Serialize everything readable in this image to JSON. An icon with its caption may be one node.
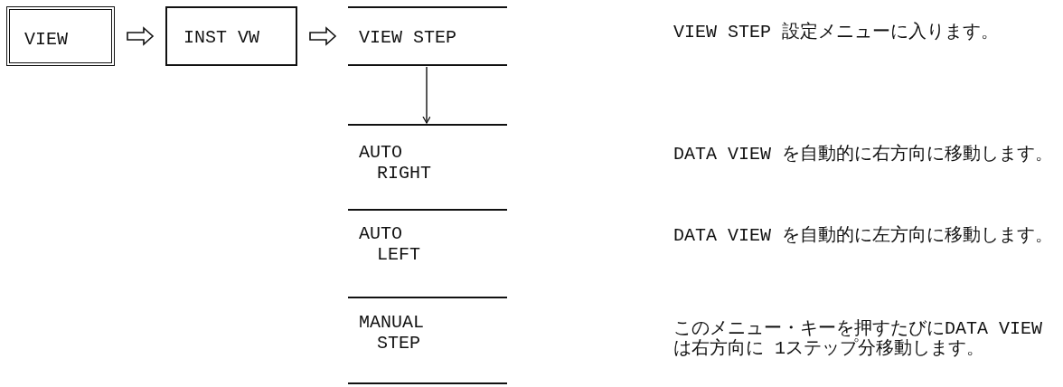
{
  "diagram": {
    "nodes": [
      {
        "text": [
          "VIEW"
        ]
      },
      {
        "text": [
          "INST VW"
        ]
      },
      {
        "text": [
          "VIEW STEP"
        ]
      },
      {
        "text": [
          "AUTO RIGHT"
        ]
      },
      {
        "text": [
          "AUTO LEFT"
        ]
      },
      {
        "text": [
          "MANUAL STEP"
        ]
      }
    ],
    "edges": [
      {
        "from": 0,
        "to": 1,
        "arrow": "to"
      },
      {
        "from": 1,
        "to": 2,
        "arrow": "to"
      },
      {
        "from": 2,
        "to": 3,
        "arrow": "to"
      }
    ],
    "labels": [
      "VIEW STEP 設定メニューに入ります。",
      "DATA VIEW を自動的に右方向に移動します。",
      "DATA VIEW を自動的に左方向に移動します。",
      "このメニュー・キーを押すたびにDATA VIEW は右方向に 1ステップ分移動します。"
    ]
  }
}
